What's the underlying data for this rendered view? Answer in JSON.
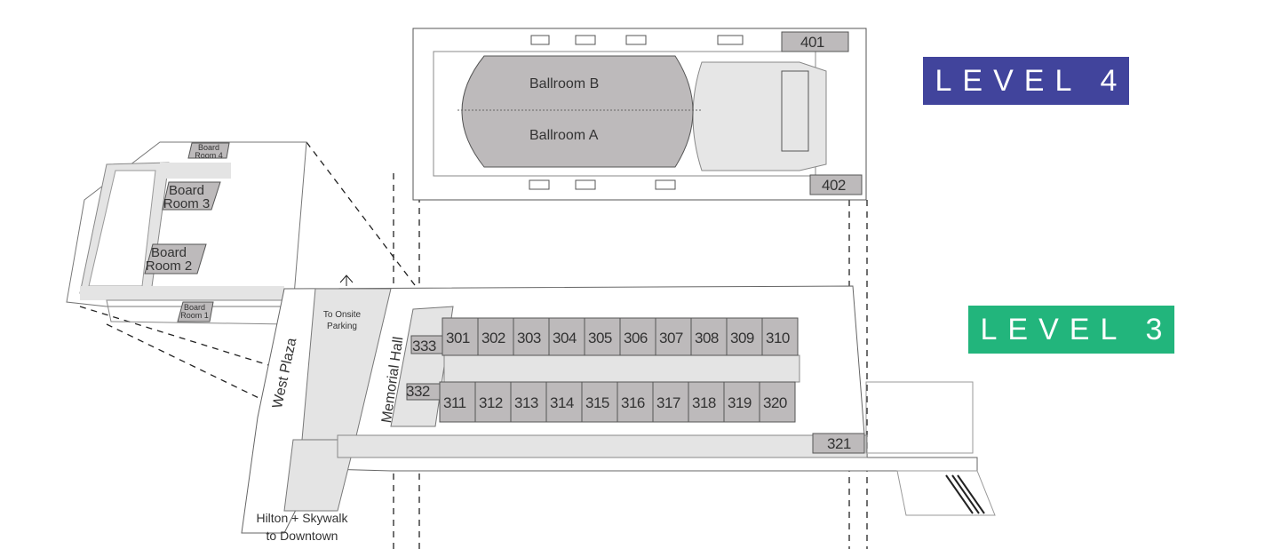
{
  "colors": {
    "level4": "#41449c",
    "level3": "#22b57c",
    "room_fill": "#bdbabb",
    "corridor_fill": "#e4e4e4"
  },
  "levels": {
    "level4": "LEVEL 4",
    "level3": "LEVEL 3"
  },
  "level4": {
    "rooms": {
      "ballroom_b": "Ballroom B",
      "ballroom_a": "Ballroom A",
      "r401": "401",
      "r402": "402"
    }
  },
  "level3": {
    "top_row": [
      "301",
      "302",
      "303",
      "304",
      "305",
      "306",
      "307",
      "308",
      "309",
      "310"
    ],
    "bottom_row": [
      "311",
      "312",
      "313",
      "314",
      "315",
      "316",
      "317",
      "318",
      "319",
      "320"
    ],
    "r321": "321",
    "r332": "332",
    "r333": "333",
    "memorial_hall": "Memorial Hall",
    "west_plaza": "West Plaza",
    "parking": "To Onsite Parking",
    "hilton": "Hilton + Skywalk",
    "downtown": "to Downtown"
  },
  "board_rooms": {
    "br1": "Board Room 1",
    "br2": "Board Room 2",
    "br3": "Board Room 3",
    "br4": "Board Room 4"
  }
}
